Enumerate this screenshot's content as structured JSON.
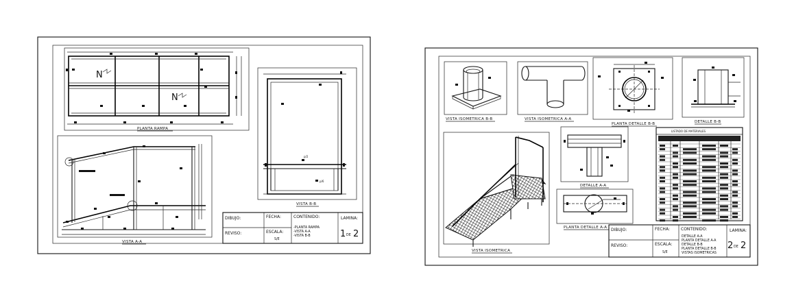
{
  "sheet1": {
    "views": {
      "planta_rampa": "PLANTA RAMPA",
      "vista_aa": "VISTA  A-A",
      "vista_bb": "VISTA B-B"
    },
    "callouts": {
      "p2": "p/2",
      "p6": "p/6"
    },
    "north_marks": [
      "N",
      "N"
    ],
    "title_block": {
      "dibujo": "DIBUJO:",
      "reviso": "REVISO:",
      "fecha": "FECHA:",
      "escala": "ESCALA:",
      "escala_value": "S/E",
      "contenido": "CONTENIDO:",
      "contenido_items": [
        "-PLANTA RAMPA",
        "-VISTA A-A",
        "-VISTA B-B"
      ],
      "lamina": "LAMINA:",
      "lamina_num": "1",
      "lamina_de": "DE",
      "lamina_total": "2"
    }
  },
  "sheet2": {
    "views": {
      "iso_bb": "VISTA ISOMETRICA B-B",
      "iso_aa": "VISTA ISOMETRICA A-A",
      "planta_det_bb": "PLANTA DETALLE B-B",
      "detalle_bb": "DETALLE B-B",
      "detalle_aa": "DETALLE A-A",
      "planta_det_aa": "PLANTA DETALLE A-A",
      "isometrica": "VISTA ISOMETRICA",
      "listado": "LISTADO DE MATERIALES"
    },
    "title_block": {
      "dibujo": "DIBUJO:",
      "reviso": "REVISO:",
      "fecha": "FECHA:",
      "escala": "ESCALA:",
      "escala_value": "S/E",
      "contenido": "CONTENIDO:",
      "contenido_items": [
        "DETALLE A-A",
        "PLANTA DETALLE A-A",
        "DETALLE B-B",
        "PLANTA DETALLE B-B",
        "VISTAS ISOMETRICAS"
      ],
      "lamina": "LAMINA:",
      "lamina_num": "2",
      "lamina_de": "DE",
      "lamina_total": "2"
    }
  }
}
